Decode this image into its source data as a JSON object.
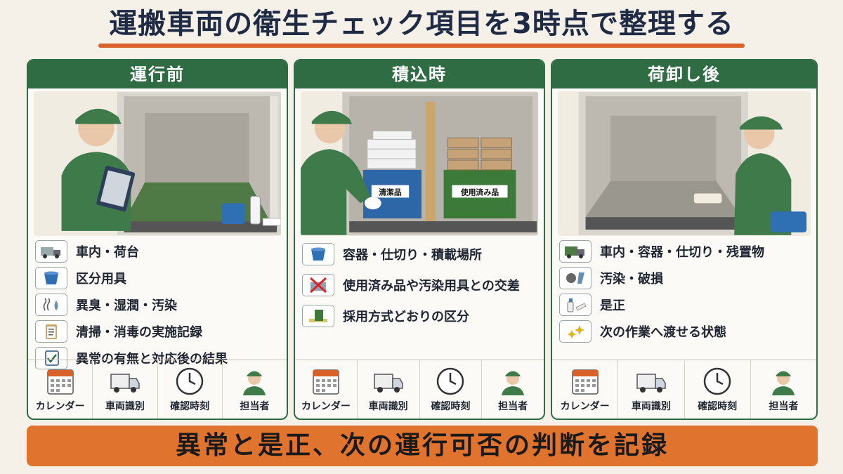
{
  "title": "運搬車両の衛生チェック項目を3時点で整理する",
  "colors": {
    "header_green": "#2f6b43",
    "accent_orange": "#e0732d",
    "underline": "#d9622b",
    "background": "#f5f1e8"
  },
  "panels": [
    {
      "heading": "運行前",
      "items": [
        {
          "label": "車内・荷台",
          "icon": "truck-icon"
        },
        {
          "label": "区分用具",
          "icon": "bucket-icon"
        },
        {
          "label": "異臭・湿潤・汚染",
          "icon": "odor-drop-icon"
        },
        {
          "label": "清掃・消毒の実施記録",
          "icon": "clipboard-icon"
        },
        {
          "label": "異常の有無と対応後の結果",
          "icon": "checkbox-icon"
        }
      ]
    },
    {
      "heading": "積込時",
      "scene_labels": {
        "clean_box": "清潔品",
        "used_box": "使用済み品"
      },
      "items": [
        {
          "label": "容器・仕切り・積載場所",
          "icon": "container-icon"
        },
        {
          "label": "使用済み品や汚染用具との交差",
          "icon": "no-cross-icon"
        },
        {
          "label": "採用方式どおりの区分",
          "icon": "partition-icon"
        }
      ]
    },
    {
      "heading": "荷卸し後",
      "items": [
        {
          "label": "車内・容器・仕切り・残置物",
          "icon": "cargo-truck-icon"
        },
        {
          "label": "汚染・破損",
          "icon": "stain-damage-icon"
        },
        {
          "label": "是正",
          "icon": "spray-cloth-icon"
        },
        {
          "label": "次の作業へ渡せる状態",
          "icon": "sparkle-icon"
        }
      ]
    }
  ],
  "footer": [
    {
      "label": "カレンダー",
      "icon": "calendar-icon"
    },
    {
      "label": "車両識別",
      "icon": "truck-icon"
    },
    {
      "label": "確認時刻",
      "icon": "clock-icon"
    },
    {
      "label": "担当者",
      "icon": "worker-icon"
    }
  ],
  "banner": "異常と是正、次の運行可否の判断を記録"
}
